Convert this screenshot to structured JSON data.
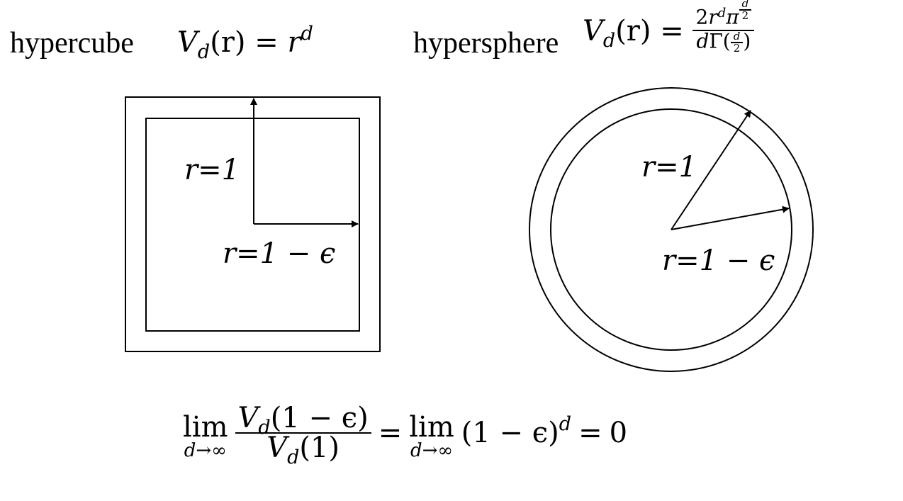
{
  "header": {
    "cube_label": "hypercube",
    "cube_formula": {
      "V": "V",
      "d": "d",
      "r_arg": "(r)",
      "eq": "=",
      "r": "r",
      "exp": "d"
    },
    "sphere_label": "hypersphere",
    "sphere_formula": {
      "V": "V",
      "d": "d",
      "r_arg": "(r)",
      "eq": "=",
      "num_coef": "2",
      "num_r": "r",
      "num_r_exp": "d",
      "num_pi": "π",
      "pi_exp_num": "d",
      "pi_exp_den": "2",
      "den_d": "d",
      "den_gamma": "Γ(",
      "den_frac_num": "d",
      "den_frac_den": "2",
      "den_close": ")"
    }
  },
  "square_diagram": {
    "outer_radius_label": "r=1",
    "inner_radius_label": "r=1 − ϵ"
  },
  "circle_diagram": {
    "outer_radius_label": "r=1",
    "inner_radius_label": "r=1 − ϵ"
  },
  "limit_equation": {
    "lim": "lim",
    "lim_sub": "d→∞",
    "frac_num": "V",
    "frac_num_sub": "d",
    "frac_num_arg": "(1 − ϵ)",
    "frac_den": "V",
    "frac_den_sub": "d",
    "frac_den_arg": "(1)",
    "eq1": "=",
    "lim2": "lim",
    "lim2_sub": "d→∞",
    "base": "(1 − ϵ)",
    "exp": "d",
    "eq2": "=",
    "result": "0"
  },
  "colors": {
    "ink": "#000000",
    "background": "#ffffff"
  }
}
